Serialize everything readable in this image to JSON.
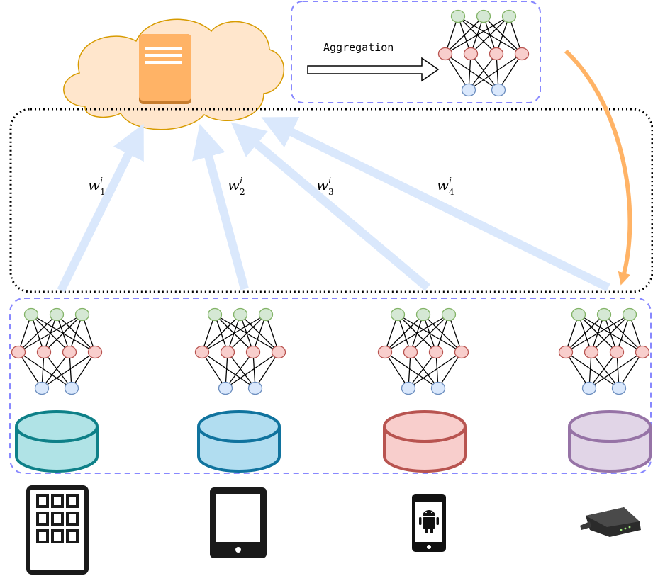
{
  "aggregation_label": "Aggregation",
  "weights": [
    {
      "base": "w",
      "sup": "i",
      "sub": "1"
    },
    {
      "base": "w",
      "sup": "i",
      "sub": "2"
    },
    {
      "base": "w",
      "sup": "i",
      "sub": "3"
    },
    {
      "base": "w",
      "sup": "i",
      "sub": "4"
    }
  ],
  "colors": {
    "cloud_fill": "#ffe6cc",
    "cloud_stroke": "#d79b00",
    "server_fill": "#ffb366",
    "server_dark": "#c77d2e",
    "upload_arrow": "#dae8fc",
    "return_arrow": "#ffb366",
    "dashed_border": "#8888ff",
    "dotted_border": "#000000",
    "nn_output": "#d5e8d4",
    "nn_output_stroke": "#82b366",
    "nn_hidden": "#f8cecc",
    "nn_hidden_stroke": "#b85450",
    "nn_input": "#dae8fc",
    "nn_input_stroke": "#6c8ebf"
  },
  "databases": [
    {
      "fill": "#b0e3e6",
      "stroke": "#0e8088"
    },
    {
      "fill": "#b1ddf0",
      "stroke": "#10739e"
    },
    {
      "fill": "#f8cecc",
      "stroke": "#b85450"
    },
    {
      "fill": "#e1d5e7",
      "stroke": "#9673a6"
    }
  ],
  "devices": [
    "building-icon",
    "tablet-icon",
    "android-phone-icon",
    "router-icon"
  ]
}
